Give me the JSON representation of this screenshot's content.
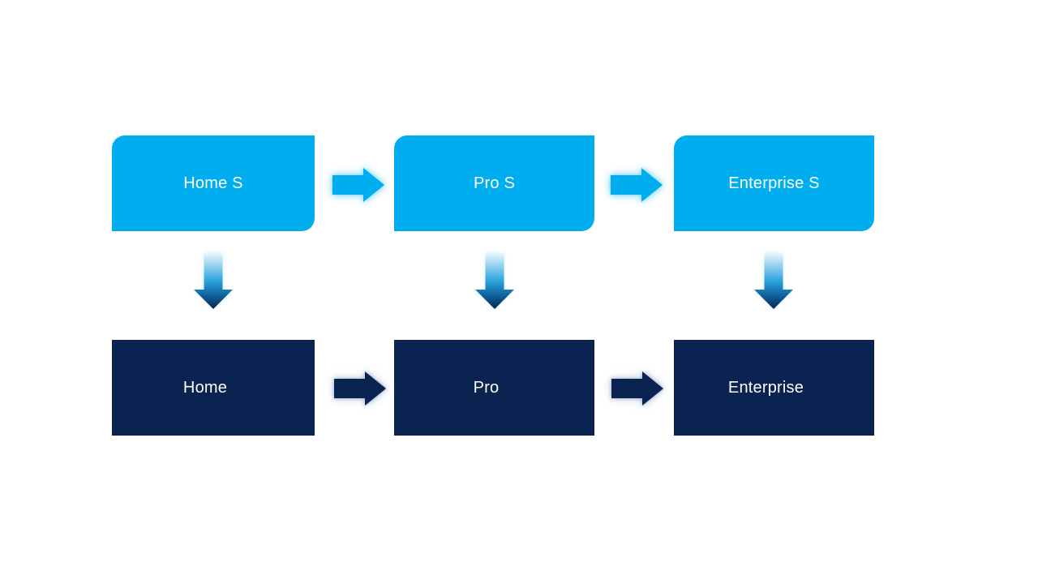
{
  "diagram": {
    "top_row": [
      {
        "label": "Home S"
      },
      {
        "label": "Pro S"
      },
      {
        "label": "Enterprise S"
      }
    ],
    "bottom_row": [
      {
        "label": "Home"
      },
      {
        "label": "Pro"
      },
      {
        "label": "Enterprise"
      }
    ]
  },
  "colors": {
    "background": "#FFFFFF",
    "top_box_fill": "#00AEEF",
    "bottom_box_fill": "#0A2350",
    "label_text": "#FFFFFF",
    "top_arrow_fill": "#00AEEF",
    "bottom_arrow_fill": "#0A2350",
    "down_arrow_stop1": "#EAF7FD",
    "down_arrow_stop2": "#2BA3DC",
    "down_arrow_stop3": "#0E5C96",
    "down_arrow_stop4": "#0A2350"
  }
}
